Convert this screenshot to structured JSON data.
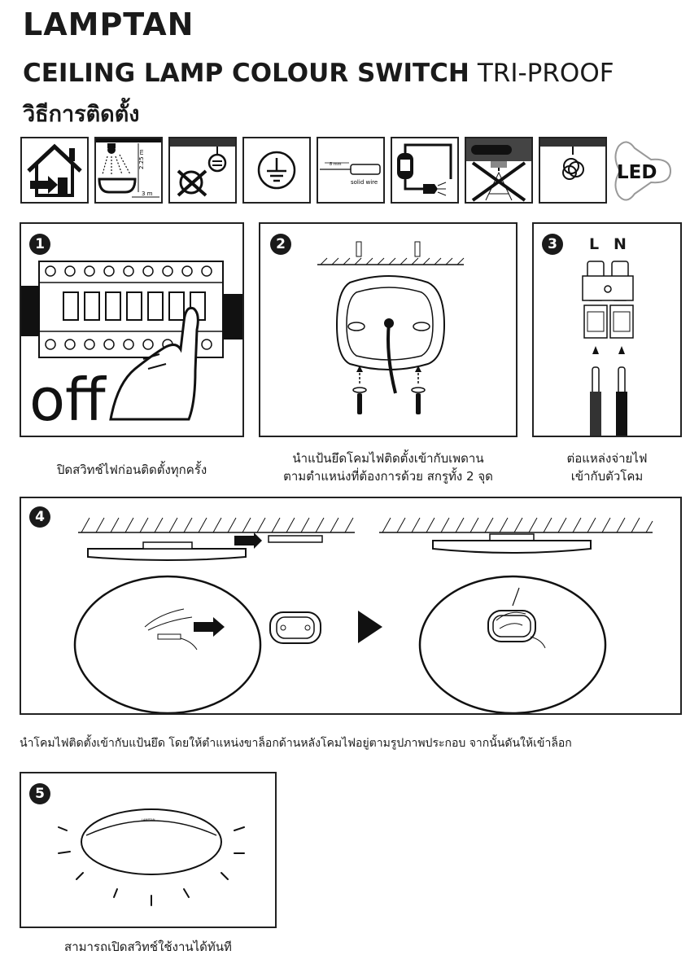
{
  "brand": "LAMPTAN",
  "title": {
    "bold": "CEILING LAMP COLOUR SWITCH",
    "light": "TRI-PROOF"
  },
  "subtitle": "วิธีการติดตั้ง",
  "icons": {
    "bath_height": "2.25 m",
    "bath_width": "3 m",
    "strip_label": "8 mm",
    "solid_wire": "solid wire",
    "led": "LED"
  },
  "step1": {
    "number": "1",
    "off_text": "off",
    "caption": "ปิดสวิทช์ไฟก่อนติดตั้งทุกครั้ง"
  },
  "step2": {
    "number": "2",
    "caption_line1": "นำแป้นยึดโคมไฟติดตั้งเข้ากับเพดาน",
    "caption_line2": "ตามตำแหน่งที่ต้องการด้วย สกรูทั้ง 2 จุด"
  },
  "step3": {
    "number": "3",
    "label_l": "L",
    "label_n": "N",
    "caption_line1": "ต่อแหล่งจ่ายไฟ",
    "caption_line2": "เข้ากับตัวโคม"
  },
  "step4": {
    "number": "4",
    "caption": "นำโคมไฟติดตั้งเข้ากับแป้นยึด โดยให้ตำแหน่งขาล็อกด้านหลังโคมไฟอยู่ตามรูปภาพประกอบ จากนั้นดันให้เข้าล็อก"
  },
  "step5": {
    "number": "5",
    "lamp_logo": "LAMPTAN",
    "caption": "สามารถเปิดสวิทช์ใช้งานได้ทันที"
  }
}
